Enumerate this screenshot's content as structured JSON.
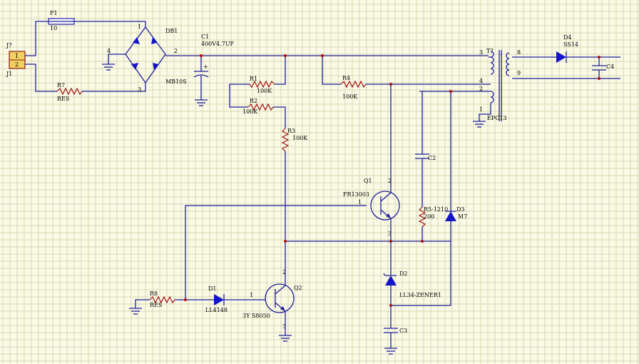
{
  "components": {
    "J1": {
      "ref": "J1",
      "ref2": "J?",
      "pins": [
        "1",
        "2"
      ]
    },
    "F1": {
      "ref": "F1",
      "value": "10"
    },
    "DB1": {
      "ref": "DB1",
      "value": "MB10S",
      "pins": [
        "1",
        "2",
        "3",
        "4"
      ]
    },
    "R7": {
      "ref": "R7",
      "value": "RES"
    },
    "C1": {
      "ref": "C1",
      "value": "400V4.7UF",
      "plus": "+"
    },
    "R1": {
      "ref": "R1",
      "value": "100K"
    },
    "R2": {
      "ref": "R2",
      "value": "100K"
    },
    "R3": {
      "ref": "R3",
      "value": "100K"
    },
    "R4": {
      "ref": "R4",
      "value": "100K"
    },
    "T1": {
      "ref": "T?",
      "value": "EPC13",
      "pins": [
        "3",
        "4",
        "2",
        "1",
        "8",
        "9"
      ]
    },
    "D4": {
      "ref": "D4",
      "value": "SS14"
    },
    "C4": {
      "ref": "C4"
    },
    "C2": {
      "ref": "C2"
    },
    "Q1": {
      "ref": "Q1",
      "value": "FR13003",
      "pins": [
        "1",
        "2",
        "3"
      ]
    },
    "R5": {
      "ref": "R5-1210",
      "value": "200"
    },
    "D3": {
      "ref": "D3",
      "value": "M7"
    },
    "D2": {
      "ref": "D2",
      "value": "LL34-ZENER1"
    },
    "C3": {
      "ref": "C3"
    },
    "Q2": {
      "ref": "Q2",
      "value": "3Y S8050",
      "pins": [
        "1",
        "2",
        "3"
      ]
    },
    "D1": {
      "ref": "D1",
      "value": "LL4148"
    },
    "R8": {
      "ref": "R8",
      "value": "RES"
    }
  },
  "colors": {
    "background": "#fafae6",
    "grid": "#d8d8b4",
    "wire": "#1e1e9c",
    "resistor": "#a01010",
    "junction": "#b01010",
    "connector": "#f0d060"
  }
}
